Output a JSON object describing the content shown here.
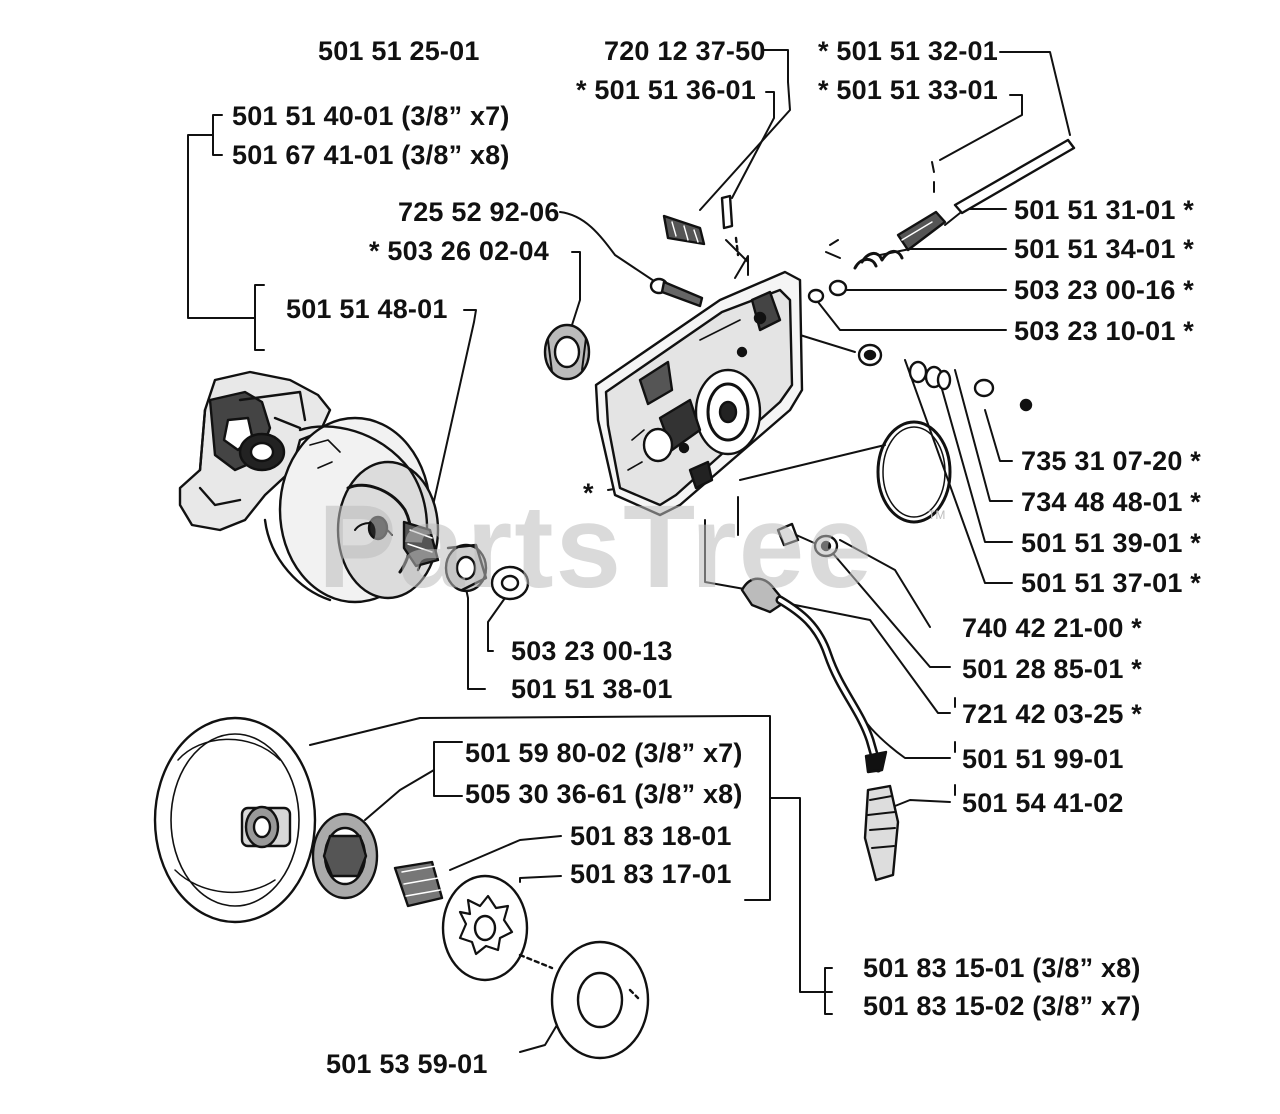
{
  "watermark": {
    "text": "PartsTree",
    "mark": "TM"
  },
  "colors": {
    "ink": "#111111",
    "watermark": "#bdbdbd"
  },
  "labels": {
    "p501_51_25_01": "501 51 25-01",
    "p720_12_37_50": "720 12 37-50",
    "p501_51_36_01": "* 501 51 36-01",
    "p501_51_32_01": "* 501 51 32-01",
    "p501_51_33_01": "* 501 51 33-01",
    "p501_51_40_01": "501 51 40-01 (3/8” x7)",
    "p501_67_41_01": "501 67 41-01 (3/8” x8)",
    "p725_52_92_06": "725 52 92-06",
    "p503_26_02_04": "* 503 26 02-04",
    "p501_51_31_01": "501 51 31-01 *",
    "p501_51_34_01": "501 51 34-01 *",
    "p503_23_00_16": "503 23 00-16 *",
    "p503_23_10_01": "503 23 10-01 *",
    "p501_51_48_01": "501 51 48-01",
    "p735_31_07_20": "735 31 07-20 *",
    "p734_48_48_01": "734 48 48-01 *",
    "p501_51_39_01": "501 51 39-01 *",
    "p501_51_37_01": "501 51 37-01 *",
    "p740_42_21_00": "740 42 21-00 *",
    "p501_28_85_01": "501 28 85-01 *",
    "p721_42_03_25": "721 42 03-25 *",
    "p503_23_00_13": "503 23 00-13",
    "p501_51_38_01": "501 51 38-01",
    "p501_59_80_02": "501 59 80-02 (3/8” x7)",
    "p505_30_36_61": "505 30 36-61 (3/8” x8)",
    "p501_83_18_01": "501 83 18-01",
    "p501_83_17_01": "501 83 17-01",
    "p501_51_99_01": "501 51 99-01",
    "p501_54_41_02": "501 54 41-02",
    "p501_83_15_01": "501 83 15-01 (3/8” x8)",
    "p501_83_15_02": "501 83 15-02 (3/8” x7)",
    "p501_53_59_01": "501 53 59-01",
    "star_clutch": "*"
  }
}
